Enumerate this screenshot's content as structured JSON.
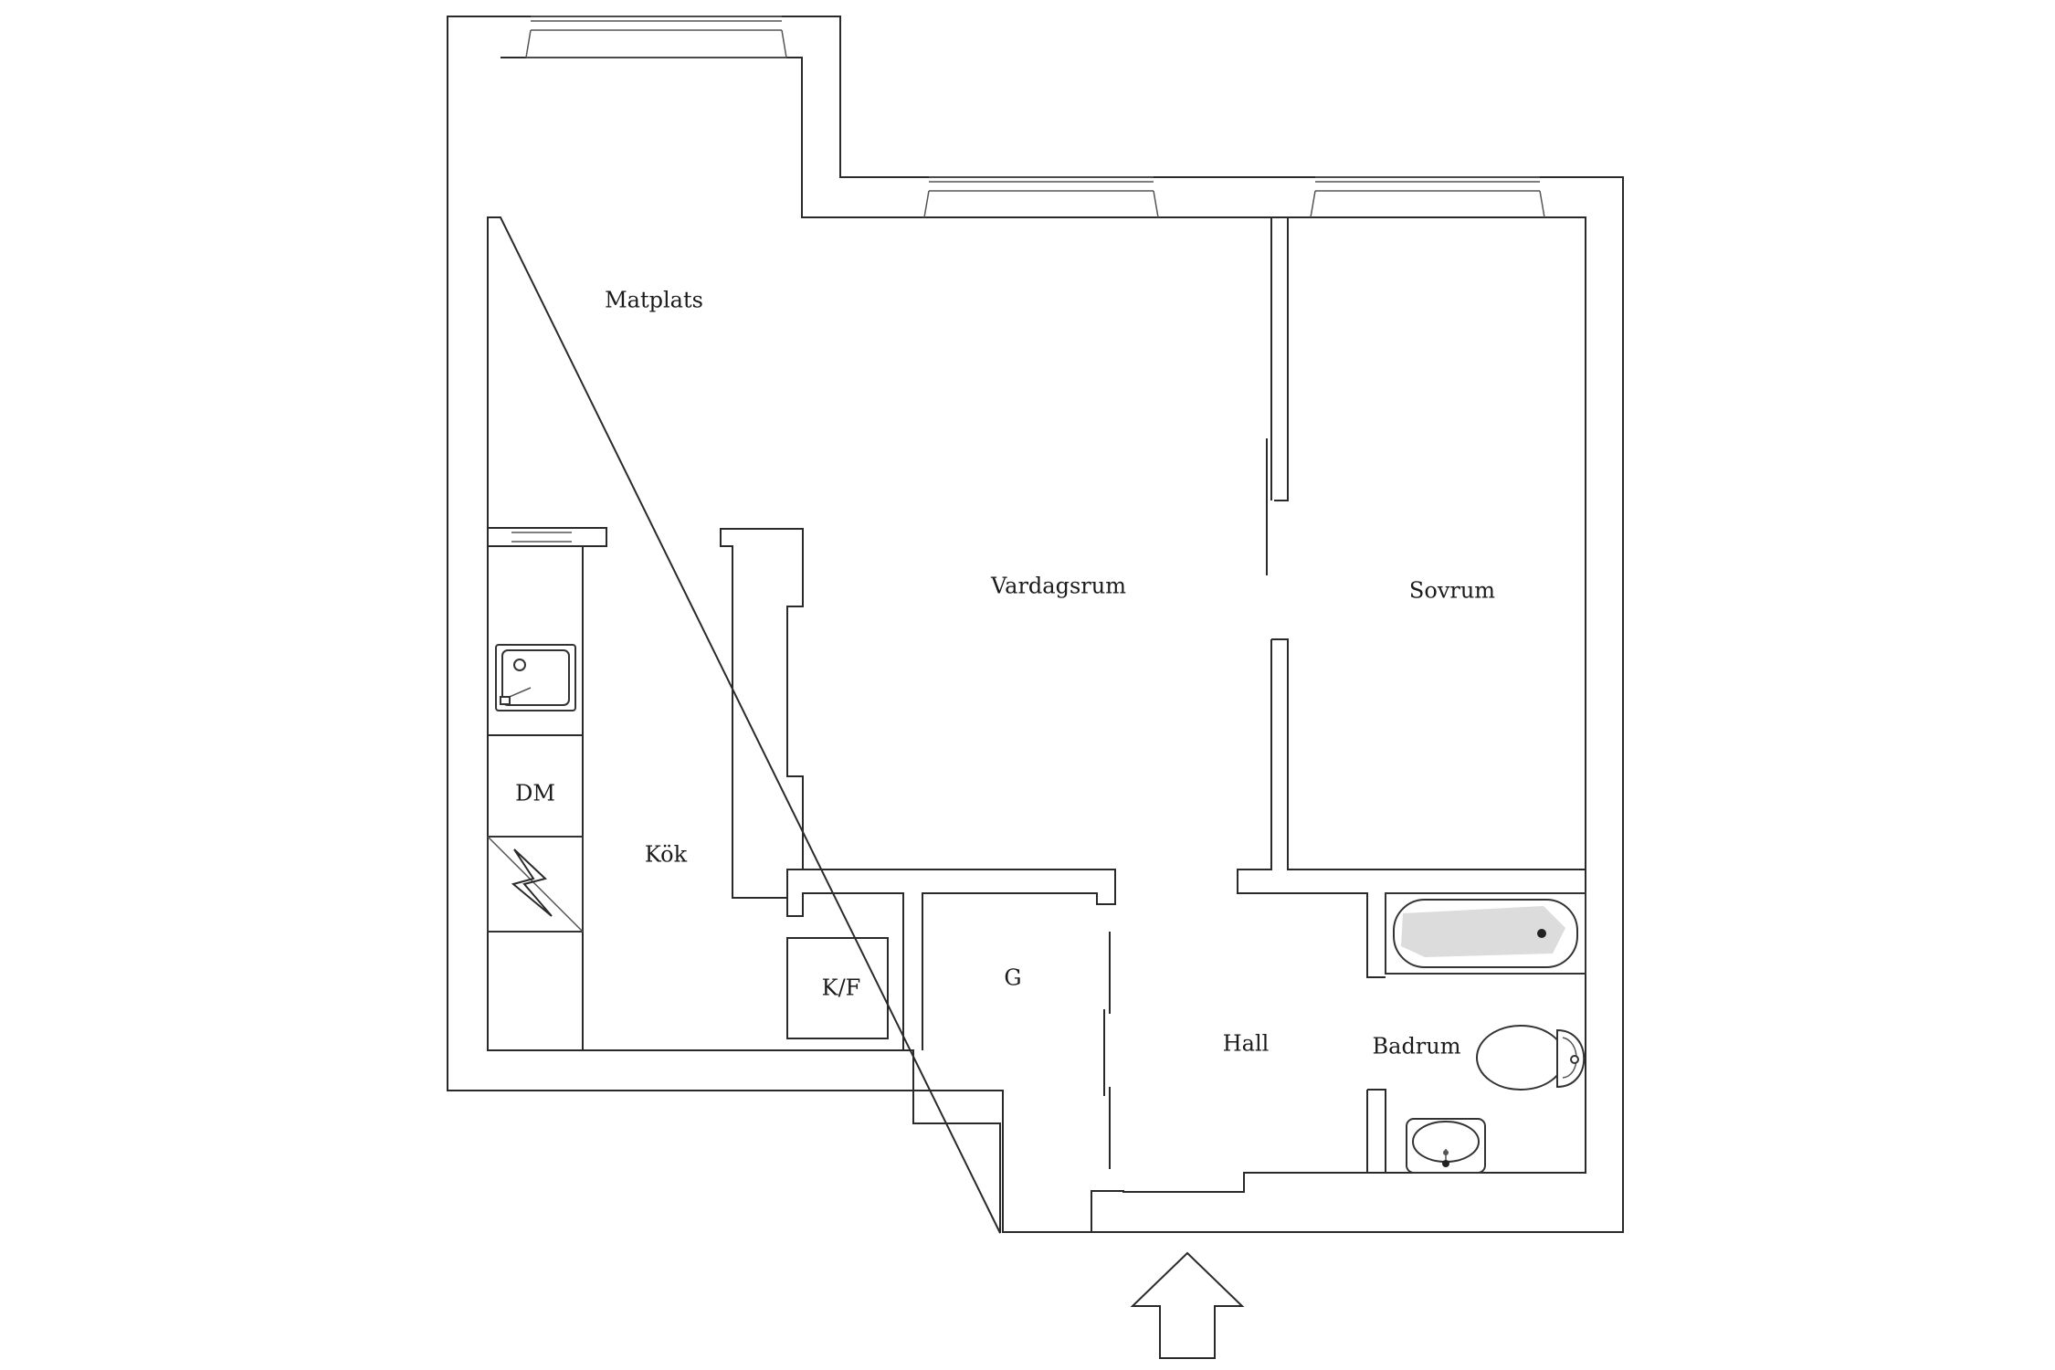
{
  "plan": {
    "rooms": [
      {
        "id": "matplats",
        "label": "Matplats"
      },
      {
        "id": "vardagsrum",
        "label": "Vardagsrum"
      },
      {
        "id": "sovrum",
        "label": "Sovrum"
      },
      {
        "id": "dm",
        "label": "DM"
      },
      {
        "id": "kok",
        "label": "Kök"
      },
      {
        "id": "kf",
        "label": "K/F"
      },
      {
        "id": "g",
        "label": "G"
      },
      {
        "id": "hall",
        "label": "Hall"
      },
      {
        "id": "badrum",
        "label": "Badrum"
      }
    ],
    "icons": [
      "sink-icon",
      "stove-icon",
      "bathtub-icon",
      "toilet-icon",
      "washbasin-icon",
      "entrance-arrow-icon"
    ],
    "colors": {
      "line": "#2a2a2a",
      "background": "#ffffff"
    }
  }
}
